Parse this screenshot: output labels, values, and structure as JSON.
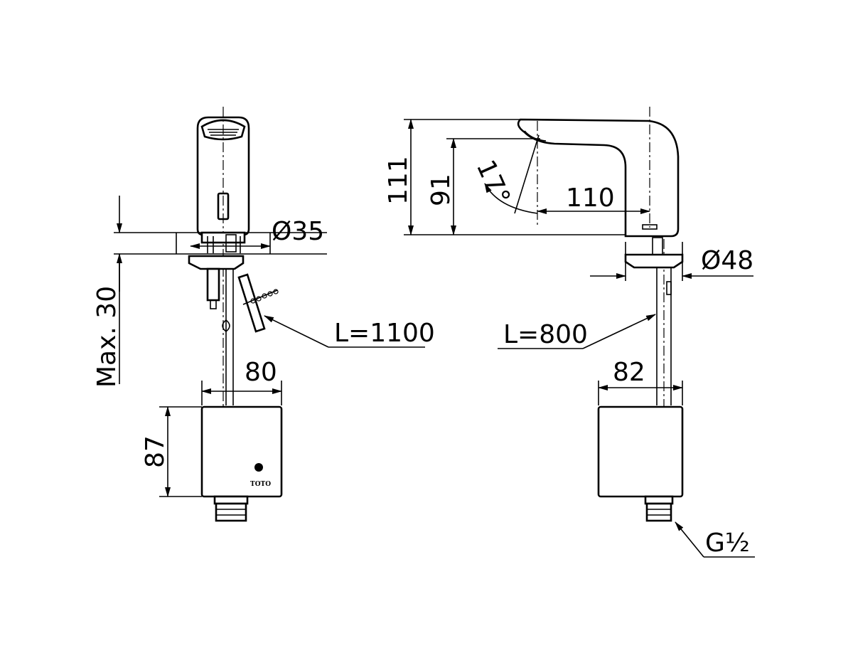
{
  "front_view": {
    "diameter_label": "Ø35",
    "mount_thickness_label": "Max. 30",
    "hose_length_label": "L=1100",
    "box_width_label": "80",
    "box_height_label": "87",
    "brand_label": "TOTO"
  },
  "side_view": {
    "total_height_label": "111",
    "outlet_height_label": "91",
    "angle_label": "17°",
    "reach_label": "110",
    "diameter_label": "Ø48",
    "hose_length_label": "L=800",
    "box_width_label": "82",
    "connection_label": "G½"
  },
  "icons": {
    "front": "faucet-front-view",
    "side": "faucet-side-view"
  }
}
